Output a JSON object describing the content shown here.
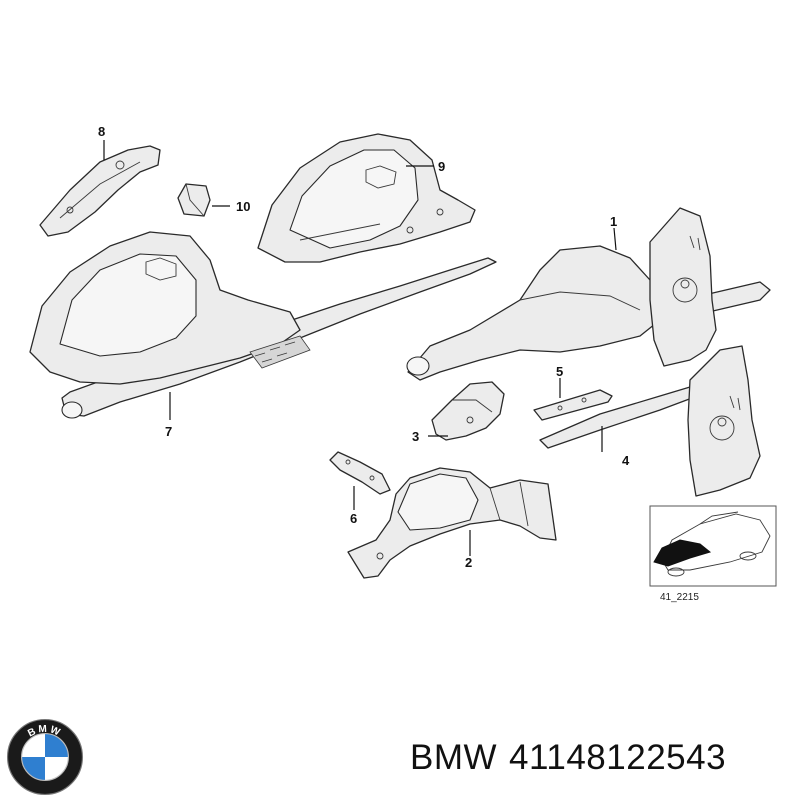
{
  "diagram": {
    "callouts": [
      "1",
      "2",
      "3",
      "4",
      "5",
      "6",
      "7",
      "8",
      "9",
      "10"
    ],
    "reference_code": "41_2215"
  },
  "footer": {
    "brand": "BMW",
    "part_number": "41148122543"
  },
  "logo": {
    "lettering": "BMW",
    "colors": {
      "ring": "#1a1a1a",
      "blue": "#2f7fd0",
      "white": "#ffffff"
    }
  }
}
